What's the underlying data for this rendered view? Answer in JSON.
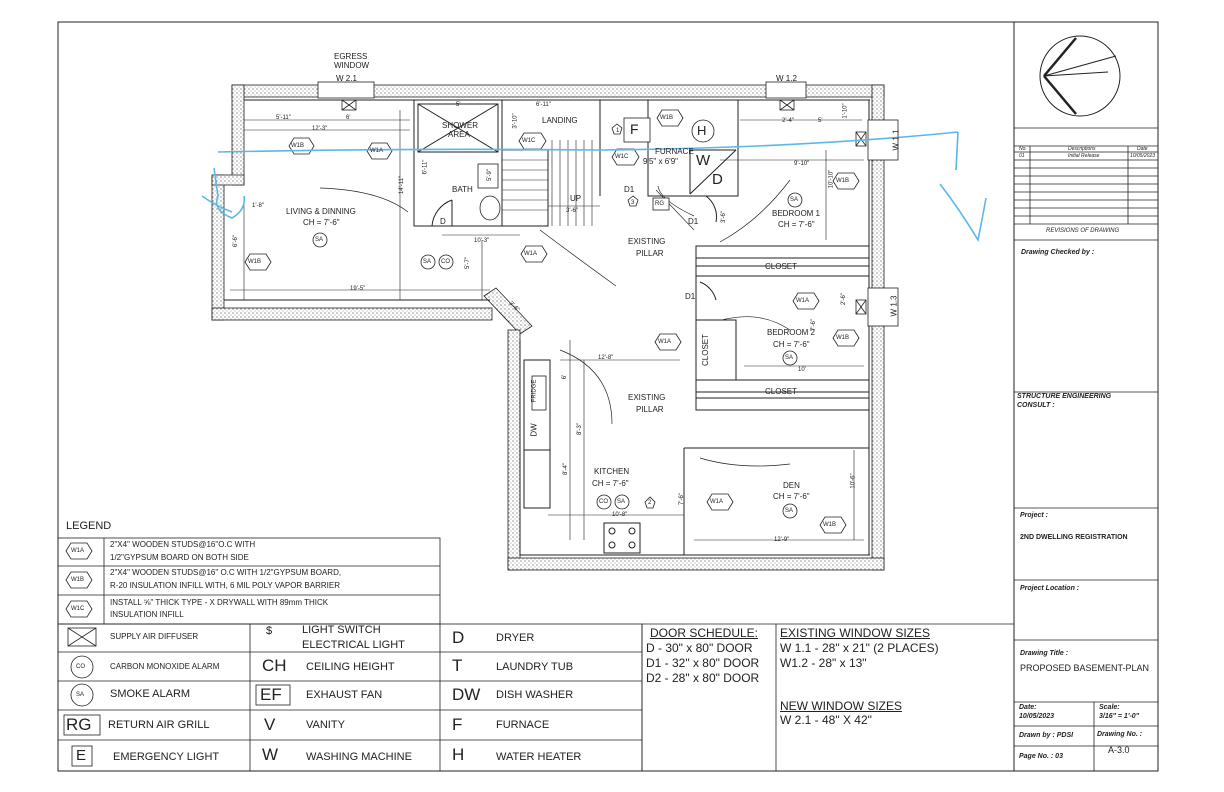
{
  "plan": {
    "egress_window": "EGRESS\nWINDOW",
    "egress_line1": "EGRESS",
    "egress_line2": "WINDOW",
    "w21": "W 2.1",
    "w12": "W 1.2",
    "w11": "W 1.1",
    "w13": "W 1.3",
    "shower": "SHOWER",
    "shower_area": "AREA",
    "landing": "LANDING",
    "furnace_label": "FURNACE",
    "furnace_size": "9'5\" x 6'9\"",
    "bath": "BATH",
    "up": "UP",
    "living": "LIVING & DINNING",
    "living_ch": "CH = 7'-6\"",
    "bedroom1": "BEDROOM 1",
    "bedroom1_ch": "CH = 7'-6\"",
    "bedroom2": "BEDROOM 2",
    "bedroom2_ch": "CH = 7'-6\"",
    "closet": "CLOSET",
    "existing_pillar_1": "EXISTING",
    "existing_pillar_2": "PILLAR",
    "kitchen": "KITCHEN",
    "kitchen_ch": "CH = 7'-6\"",
    "den": "DEN",
    "den_ch": "CH = 7'-6\"",
    "fridge": "FRIDGE",
    "dw": "DW",
    "d": "D",
    "d1": "D1",
    "rg": "RG",
    "sa": "SA",
    "co": "CO",
    "f": "F",
    "h": "H",
    "w": "W",
    "tags": {
      "w1a": "W1A",
      "w1b": "W1B",
      "w1c": "W1C"
    },
    "dims": {
      "d1": "5'-11\"",
      "d2": "6'",
      "d3": "12'-3\"",
      "d4": "5'",
      "d5": "6'-11\"",
      "d6": "3'-10\"",
      "d7": "2'-4\"",
      "d8": "5'",
      "d9": "1'-10\"",
      "d10": "9'-10\"",
      "d11": "10'-10\"",
      "d12": "1'-8\"",
      "d13": "6'-6\"",
      "d14": "19'-5\"",
      "d15": "10'-3\"",
      "d16": "5'-7\"",
      "d17": "3'-6\"",
      "d18": "14'-11\"",
      "d19": "6'-11\"",
      "d20": "3'-6\"",
      "d21": "12'-8\"",
      "d22": "6'",
      "d23": "8'-3\"",
      "d24": "8'-4\"",
      "d25": "10'-8\"",
      "d26": "7'-6\"",
      "d27": "10'",
      "d28": "12'-9\"",
      "d29": "10'-6\"",
      "d30": "2'-6\"",
      "d31": "7'-6\"",
      "d32": "3'-6\"",
      "d33": "5'-9\""
    },
    "markers": {
      "m1": "1",
      "m2": "2",
      "m3": "3"
    }
  },
  "legend": {
    "title": "LEGEND",
    "w1a": {
      "tag": "W1A",
      "line1": "2\"X4\" WOODEN STUDS@16\"O.C WITH",
      "line2": "1/2\"GYPSUM BOARD ON BOTH SIDE"
    },
    "w1b": {
      "tag": "W1B",
      "line1": "2\"X4\" WOODEN STUDS@16\" O.C WITH 1/2\"GYPSUM BOARD,",
      "line2": "R-20 INSULATION  INFILL WITH, 6 MIL POLY VAPOR BARRIER"
    },
    "w1c": {
      "tag": "W1C",
      "line1": "INSTALL ⅝\" THICK TYPE - X DRYWALL WITH 89mm THICK",
      "line2": "INSULATION INFILL"
    },
    "rows": [
      {
        "sym1": "",
        "label1": "SUPPLY AIR DIFFUSER",
        "sym2": "$",
        "label2a": "LIGHT SWITCH",
        "label2b": "ELECTRICAL LIGHT",
        "sym3": "D",
        "label3": "DRYER"
      },
      {
        "sym1": "CO",
        "label1": "CARBON MONOXIDE ALARM",
        "sym2": "CH",
        "label2a": "CEILING HEIGHT",
        "label2b": "",
        "sym3": "T",
        "label3": "LAUNDRY TUB"
      },
      {
        "sym1": "SA",
        "label1": "SMOKE ALARM",
        "sym2": "EF",
        "label2a": "EXHAUST FAN",
        "label2b": "",
        "sym3": "DW",
        "label3": "DISH WASHER"
      },
      {
        "sym1": "RG",
        "label1": "RETURN AIR GRILL",
        "sym2": "V",
        "label2a": "VANITY",
        "label2b": "",
        "sym3": "F",
        "label3": "FURNACE"
      },
      {
        "sym1": "E",
        "label1": "EMERGENCY LIGHT",
        "sym2": "W",
        "label2a": "WASHING MACHINE",
        "label2b": "",
        "sym3": "H",
        "label3": "WATER HEATER"
      }
    ]
  },
  "door_schedule": {
    "title": "DOOR SCHEDULE:",
    "rows": [
      "D   - 30\" x 80\" DOOR",
      "D1 - 32\" x 80\" DOOR",
      "D2 - 28\" x 80\" DOOR"
    ]
  },
  "existing_windows": {
    "title": "EXISTING WINDOW SIZES",
    "rows": [
      "W 1.1 - 28\" x 21\" (2 PLACES)",
      "W1.2 - 28\" x 13\""
    ]
  },
  "new_windows": {
    "title": "NEW WINDOW SIZES",
    "rows": [
      "W 2.1 - 48\" X 42\""
    ]
  },
  "title_block": {
    "rev_headers": [
      "No.",
      "Descriptions",
      "Date"
    ],
    "rev_row": [
      "01",
      "Initial Release",
      "10/05/2023"
    ],
    "revisions_label": "REVISIONS OF DRAWING",
    "checked_by": "Drawing Checked by :",
    "structure": "STRUCTURE ENGINEERING\nCONSULT :",
    "structure_1": "STRUCTURE ENGINEERING",
    "structure_2": "CONSULT :",
    "project_label": "Project :",
    "project_value": "2ND DWELLING REGISTRATION",
    "location_label": "Project Location :",
    "title_label": "Drawing Title :",
    "title_value": "PROPOSED BASEMENT-PLAN",
    "date_label": "Date:",
    "date_value": "10/05/2023",
    "scale_label": "Scale:",
    "scale_value": "3/16\" = 1'-0\"",
    "drawn_by": "Drawn by : PDSI",
    "drawing_no_label": "Drawing No. :",
    "drawing_no": "A-3.0",
    "page_no": "Page No. : 03"
  },
  "colors": {
    "ink": "#222222",
    "annotation": "#5bb8e6",
    "hatch": "#999999"
  }
}
